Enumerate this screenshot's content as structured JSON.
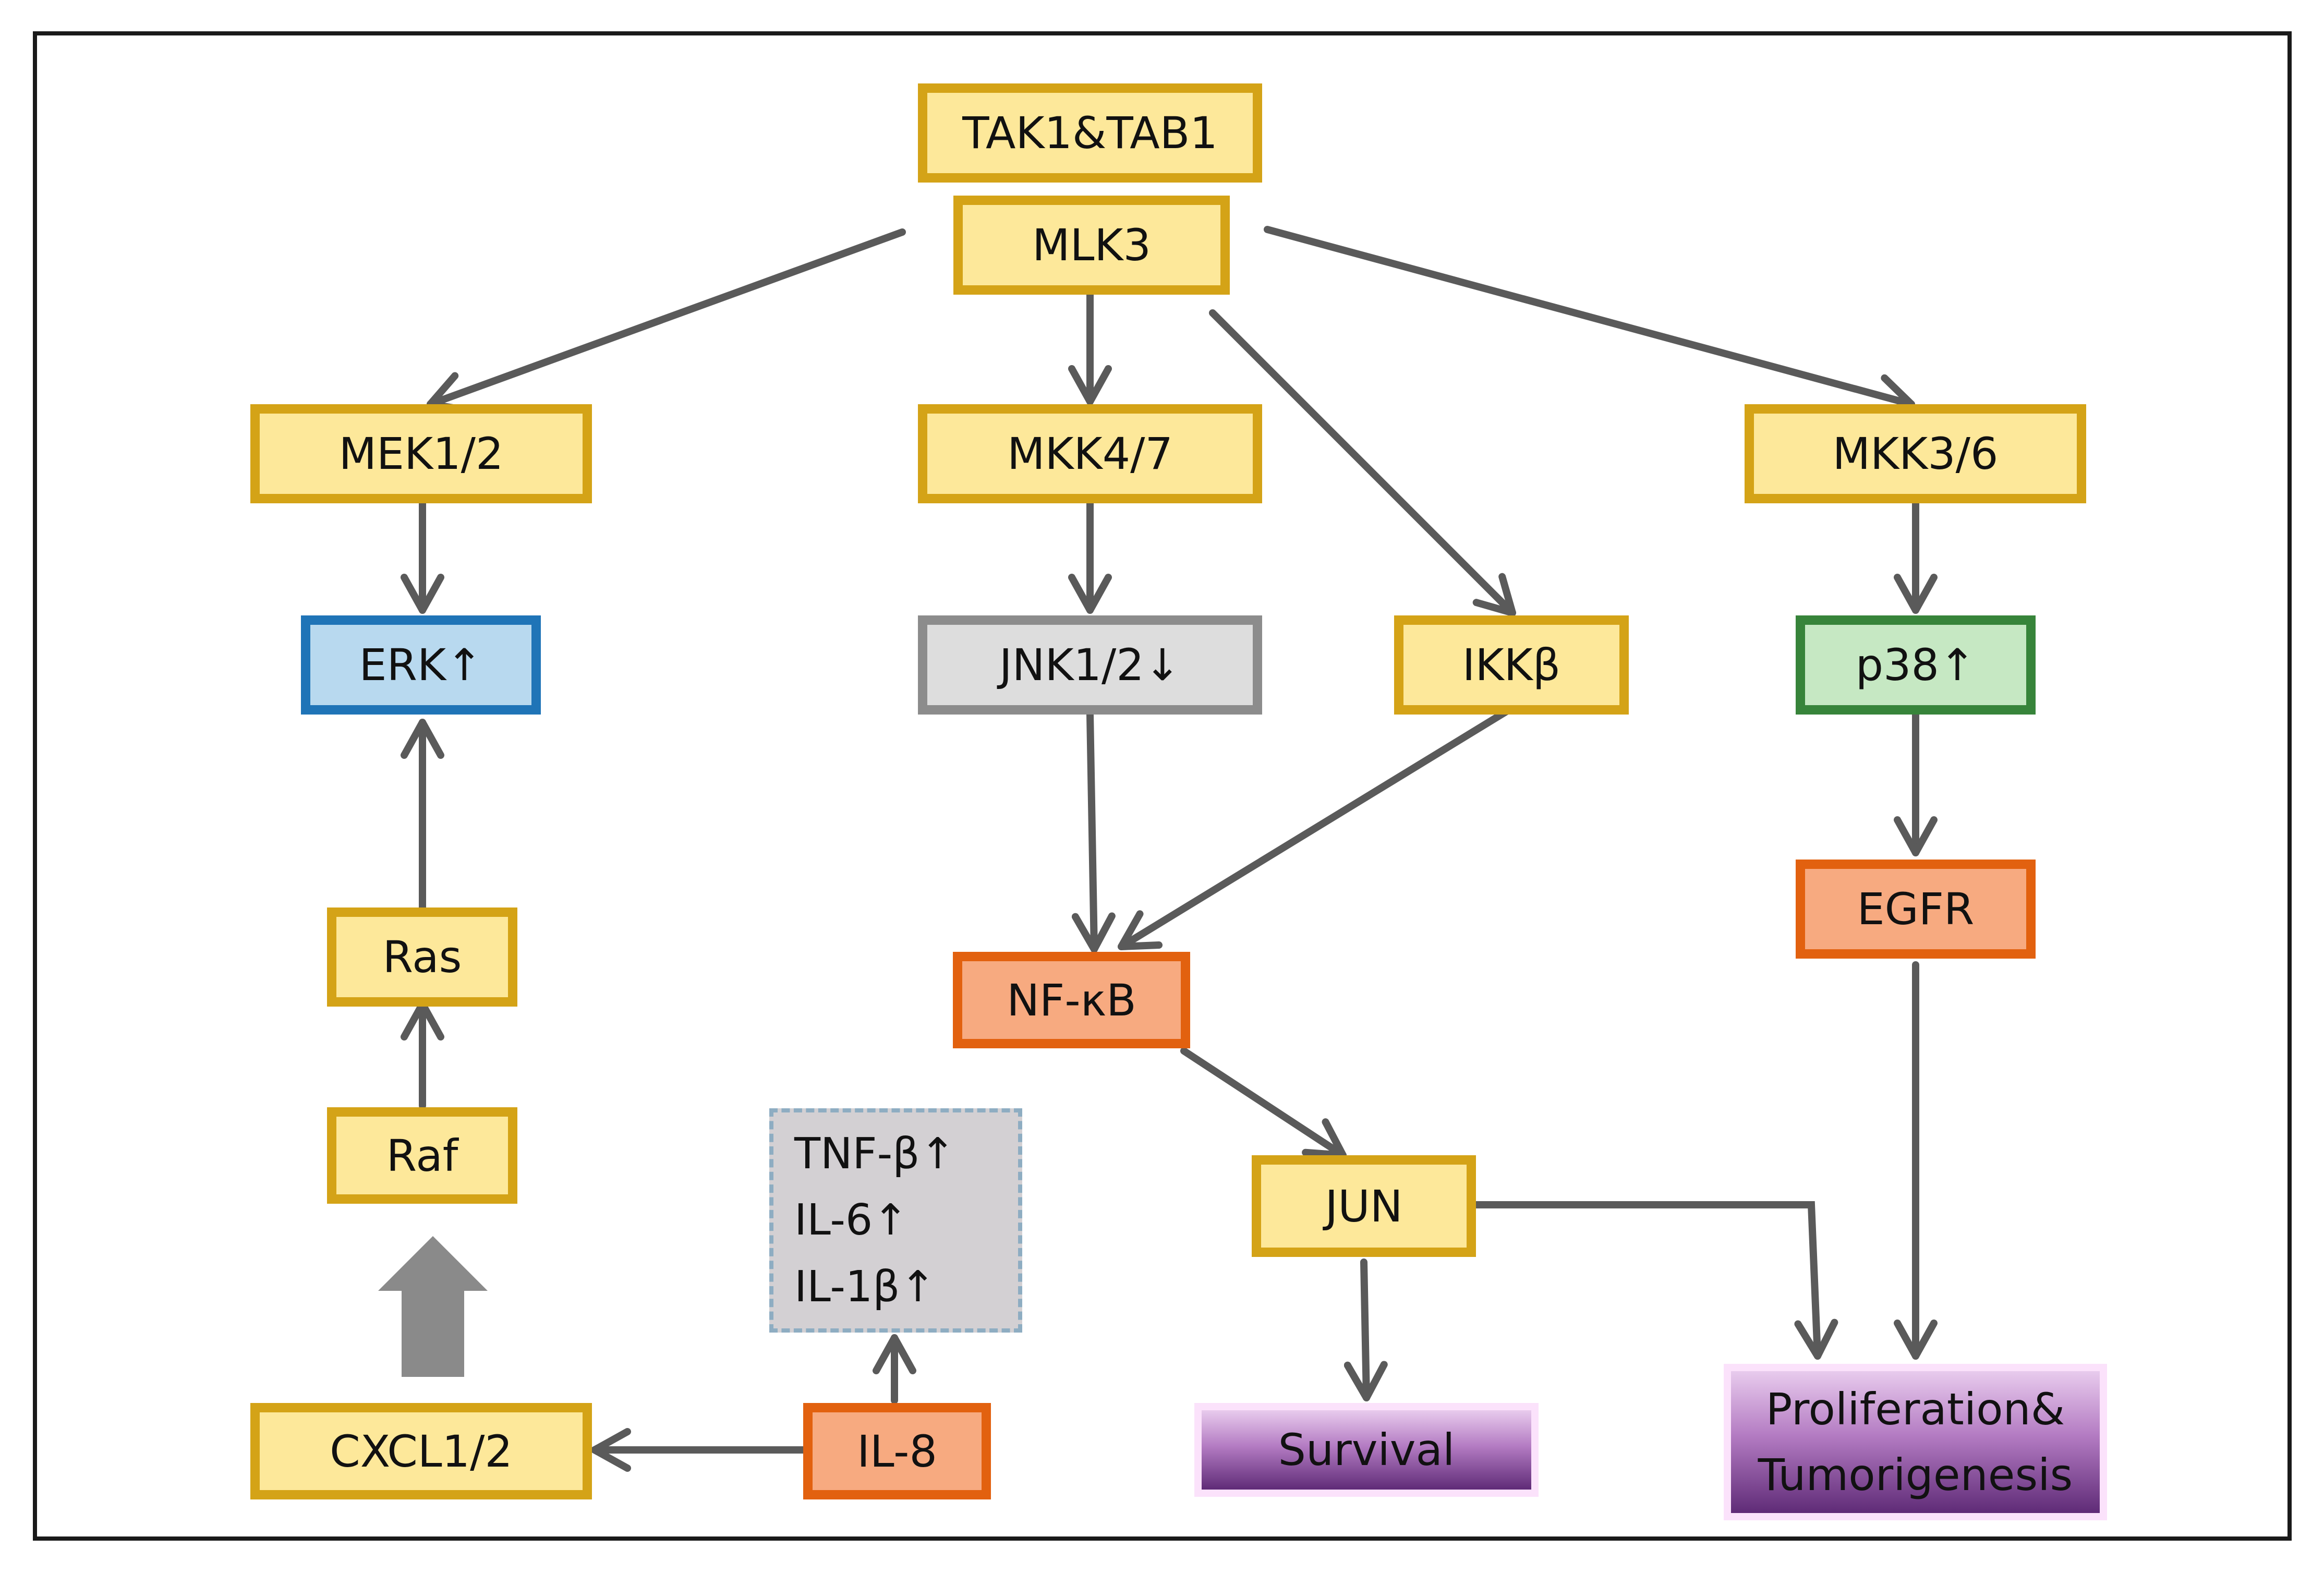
{
  "nodes": {
    "tak1": "TAK1&TAB1",
    "mlk3": "MLK3",
    "mek": "MEK1/2",
    "mkk47": "MKK4/7",
    "mkk36": "MKK3/6",
    "erk": "ERK↑",
    "jnk": "JNK1/2↓",
    "ikkb": "IKKβ",
    "p38": "p38↑",
    "ras": "Ras",
    "raf": "Raf",
    "nfkb": "NF-κB",
    "egfr": "EGFR",
    "jun": "JUN",
    "il8": "IL-8",
    "cxcl": "CXCL1/2"
  },
  "cytokines": [
    "TNF-β↑",
    "IL-6↑",
    "IL-1β↑"
  ],
  "outcomes": {
    "survival": "Survival",
    "proliferation_line1": "Proliferation&",
    "proliferation_line2": "Tumorigenesis"
  },
  "colors": {
    "gold_fill": "#fde89a",
    "gold_border": "#d4a317",
    "blue_fill": "#b8d9ef",
    "blue_border": "#1f74b7",
    "grey_fill": "#dddddd",
    "grey_border": "#8c8c8c",
    "green_fill": "#c6e8c3",
    "green_border": "#37843a",
    "orange_fill": "#f7aa80",
    "orange_border": "#e2610f",
    "arrow": "#5a5a5a"
  }
}
